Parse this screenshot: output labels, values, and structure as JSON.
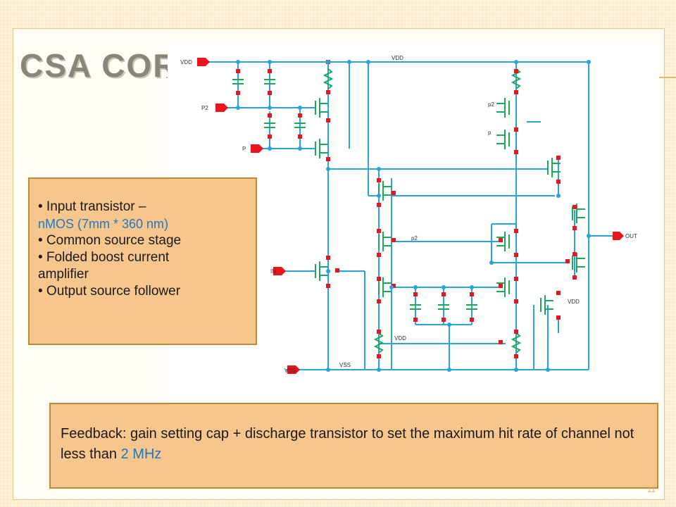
{
  "slide": {
    "title": "CSA CORE",
    "page_number": "11"
  },
  "schematic": {
    "pins": {
      "vdd_pin": "VDD",
      "p2_pin": "P2",
      "p_pin": "P",
      "in_pin": "IN",
      "vss_pin": "VSS",
      "out_pin": "OUT"
    },
    "net_labels": {
      "vdd_top": "VDD",
      "vss_bottom": "VSS",
      "p2_inner": "p2",
      "p2_right": "p2",
      "p_right": "p",
      "vdd_mid": "VDD",
      "vdd_right": "VDD"
    }
  },
  "callout_top": {
    "line1": "• Input transistor –",
    "line2": "nMOS (7mm * 360 nm)",
    "line3": "• Common source stage",
    "line4": "• Folded boost current",
    "line5": "amplifier",
    "line6": "• Output source follower"
  },
  "callout_bottom": {
    "text_main": "Feedback: gain setting cap + discharge transistor to set the maximum hit rate of channel not less than ",
    "text_highlight": "2 MHz"
  },
  "colors": {
    "wire": "#29a3dc",
    "device": "#1aa85a",
    "node": "#e8141e",
    "callout_fill": "#f7c68c",
    "highlight_text": "#1f78c1"
  }
}
